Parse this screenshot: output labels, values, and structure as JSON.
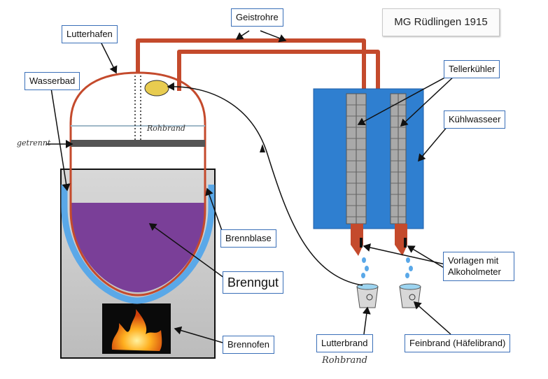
{
  "title": "MG Rüdlingen 1915",
  "labels": {
    "geistrohre": "Geistrohre",
    "lutterhafen": "Lutterhafen",
    "wasserbad": "Wasserbad",
    "tellerkuehler": "Tellerkühler",
    "kuehlwasser": "Kühlwasseer",
    "brennblase": "Brennblase",
    "brenngut": "Brenngut",
    "brennofen": "Brennofen",
    "vorlagen": "Vorlagen mit Alkoholmeter",
    "lutterbrand": "Lutterbrand",
    "feinbrand": "Feinbrand (Häfelibrand)"
  },
  "handwritten": {
    "getrennt": "getrennt",
    "rohbrand_inside": "Rohbrand",
    "rohbrand_note": "Rohbrand"
  },
  "colors": {
    "pipe": "#c44a2c",
    "water_tank": "#2f7fd0",
    "mash": "#7a3f98",
    "water_bath": "#5aa8e8",
    "oven": "#c8c8c8",
    "label_border": "#3a6fb8"
  }
}
